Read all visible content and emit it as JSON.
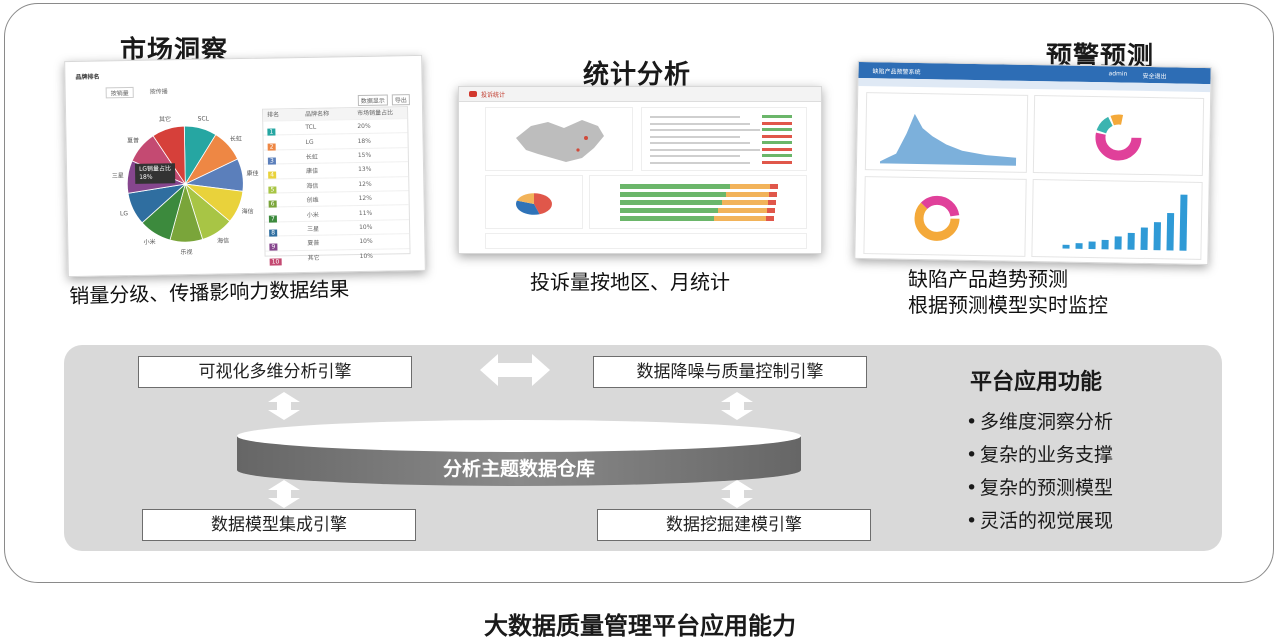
{
  "footer_title": "大数据质量管理平台应用能力",
  "sections": [
    {
      "title": "市场洞察",
      "caption": "销量分级、传播影响力数据结果"
    },
    {
      "title": "统计分析",
      "caption": "投诉量按地区、月统计"
    },
    {
      "title": "预警预测",
      "caption_lines": [
        "缺陷产品趋势预测",
        "根据预测模型实时监控"
      ]
    }
  ],
  "engines": {
    "top_left": "可视化多维分析引擎",
    "top_right": "数据降噪与质量控制引擎",
    "bottom_left": "数据模型集成引擎",
    "bottom_right": "数据挖掘建模引擎"
  },
  "warehouse": "分析主题数据仓库",
  "functions": {
    "title": "平台应用功能",
    "items": [
      "多维度洞察分析",
      "复杂的业务支撑",
      "复杂的预测模型",
      "灵活的视觉展现"
    ]
  },
  "pie_screenshot": {
    "app_title": "品牌排名",
    "tabs": [
      "按销量",
      "按传播"
    ],
    "buttons": [
      "数据显示",
      "导出"
    ],
    "table_headers": [
      "排名",
      "品牌名称",
      "市场销量占比"
    ],
    "table_rows": [
      [
        "1",
        "TCL",
        "20%"
      ],
      [
        "2",
        "LG",
        "18%"
      ],
      [
        "3",
        "长虹",
        "15%"
      ],
      [
        "4",
        "康佳",
        "13%"
      ],
      [
        "5",
        "海信",
        "12%"
      ],
      [
        "6",
        "创维",
        "12%"
      ],
      [
        "7",
        "小米",
        "11%"
      ],
      [
        "8",
        "三星",
        "10%"
      ],
      [
        "9",
        "夏普",
        "10%"
      ],
      [
        "10",
        "其它",
        "10%"
      ]
    ],
    "pie_labels": [
      "SCL",
      "长虹",
      "康佳",
      "海信",
      "海信",
      "乐视",
      "小米",
      "LG",
      "三星",
      "夏普",
      "其它"
    ],
    "pie_colors": [
      "#26a6a2",
      "#ee8744",
      "#5b7fbb",
      "#e9d23b",
      "#a8c545",
      "#7aa53a",
      "#3c8a3d",
      "#2f6ea0",
      "#86468e",
      "#c44a72",
      "#d6403a"
    ],
    "tooltip": [
      "LG销量占比",
      "18%"
    ]
  },
  "warn_screenshot": {
    "app_title": "缺陷产品预警系统",
    "user": "admin",
    "logout": "安全退出",
    "bar_values": [
      2,
      3,
      4,
      5,
      7,
      9,
      12,
      15,
      20,
      30
    ],
    "colors": {
      "header": "#2d6db5",
      "area": "#7cb0db",
      "pink": "#e0409a",
      "orange": "#f4a93a",
      "teal": "#3bb4b0",
      "bar": "#2f9ad6"
    }
  },
  "stat_screenshot": {
    "app_title": "投诉统计",
    "bar_colors": [
      "#6bb66a",
      "#f2b35a",
      "#e0574a"
    ],
    "pie_colors": [
      "#e0574a",
      "#2f73b8",
      "#f2b35a"
    ]
  }
}
